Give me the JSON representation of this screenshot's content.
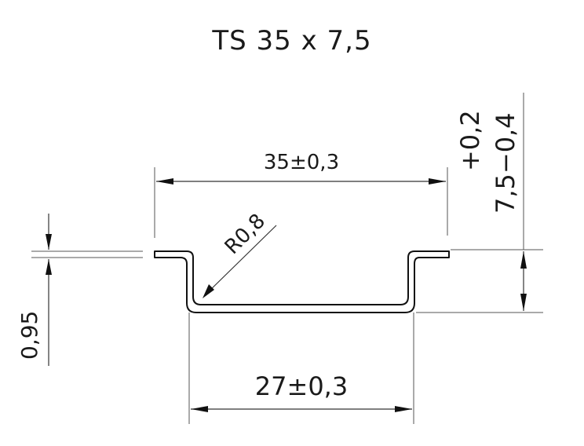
{
  "title": "TS 35 x 7,5",
  "dimensions": {
    "width_top": "35±0,3",
    "width_bottom": "27±0,3",
    "radius": "R0,8",
    "thickness": "0,95",
    "height_upper_tol": "+0,2",
    "height_main": "7,5−0,4"
  }
}
